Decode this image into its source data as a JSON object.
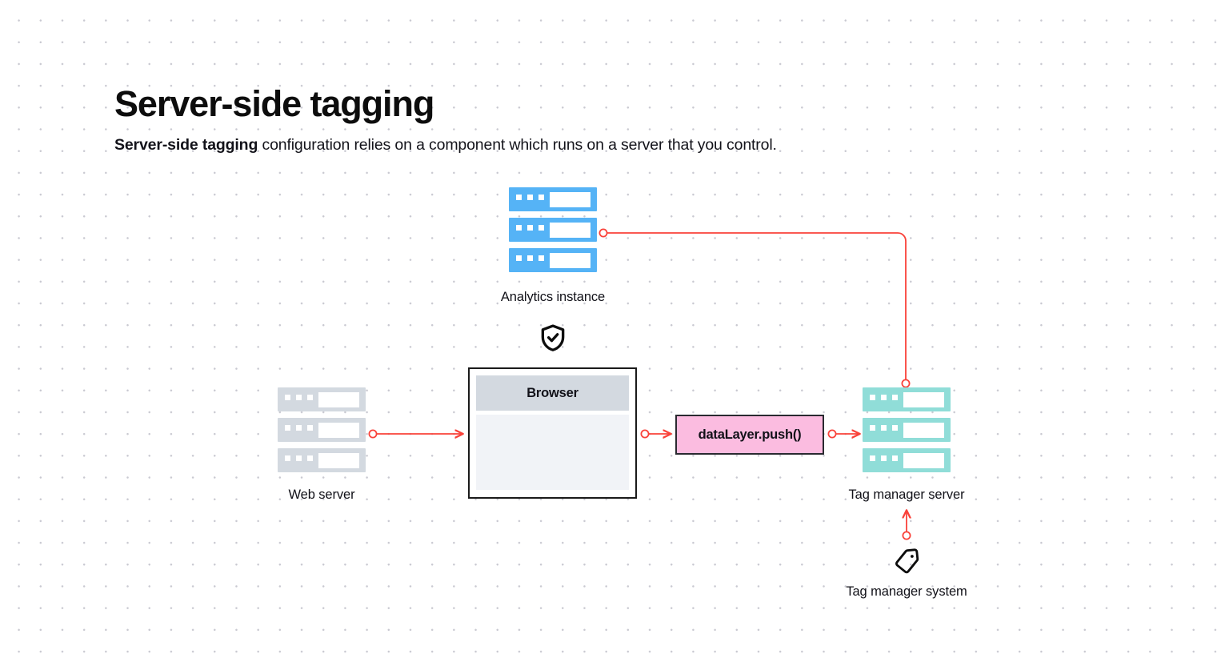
{
  "page": {
    "title": "Server-side tagging",
    "subtitle_bold": "Server-side tagging",
    "subtitle_rest": " configuration relies on a component which runs on a server that you control."
  },
  "colors": {
    "accent_red": "#f9423a",
    "server_blue": "#55b3f6",
    "server_gray": "#d3d9e0",
    "server_teal": "#90ddd8",
    "action_pink": "#fbbce0",
    "outline_black": "#1a1a1a",
    "canvas_white": "#ffffff",
    "grid_dot": "#c9c9d1"
  },
  "diagram": {
    "nodes": [
      {
        "id": "analytics-instance",
        "label": "Analytics instance",
        "type": "server-rack",
        "color": "#55b3f6"
      },
      {
        "id": "web-server",
        "label": "Web server",
        "type": "server-rack",
        "color": "#d3d9e0"
      },
      {
        "id": "browser",
        "label": "Browser",
        "type": "browser-window"
      },
      {
        "id": "datalayer-push",
        "label": "dataLayer.push()",
        "type": "action-box",
        "color": "#fbbce0"
      },
      {
        "id": "tag-manager-server",
        "label": "Tag manager server",
        "type": "server-rack",
        "color": "#90ddd8"
      },
      {
        "id": "tag-manager-system",
        "label": "Tag manager system",
        "type": "tag-icon"
      }
    ],
    "icons": [
      {
        "id": "shield-check",
        "name": "shield-check-icon"
      },
      {
        "id": "tag",
        "name": "tag-icon"
      }
    ],
    "connectors": [
      {
        "from": "web-server",
        "to": "browser",
        "style": "solid-arrow"
      },
      {
        "from": "browser",
        "to": "datalayer-push",
        "style": "solid-arrow"
      },
      {
        "from": "datalayer-push",
        "to": "tag-manager-server",
        "style": "solid-arrow"
      },
      {
        "from": "analytics-instance",
        "to": "tag-manager-server",
        "style": "elbow-endpoint"
      },
      {
        "from": "tag-manager-system",
        "to": "tag-manager-server",
        "style": "solid-arrow-up"
      }
    ]
  }
}
